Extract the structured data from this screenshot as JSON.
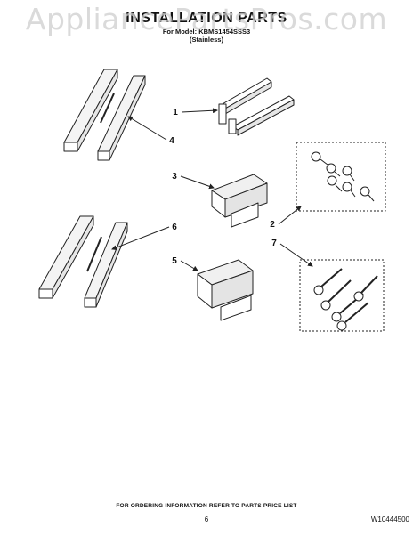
{
  "watermark": "AppliancePartsPros.com",
  "header": {
    "title": "INSTALLATION PARTS",
    "model_line": "For Model: KBMS1454SSS3",
    "variant": "(Stainless)"
  },
  "callouts": [
    "1",
    "2",
    "3",
    "4",
    "5",
    "6",
    "7"
  ],
  "footer": {
    "ordering_note": "FOR ORDERING INFORMATION REFER TO PARTS PRICE LIST",
    "page_number": "6",
    "doc_number": "W10444500"
  }
}
